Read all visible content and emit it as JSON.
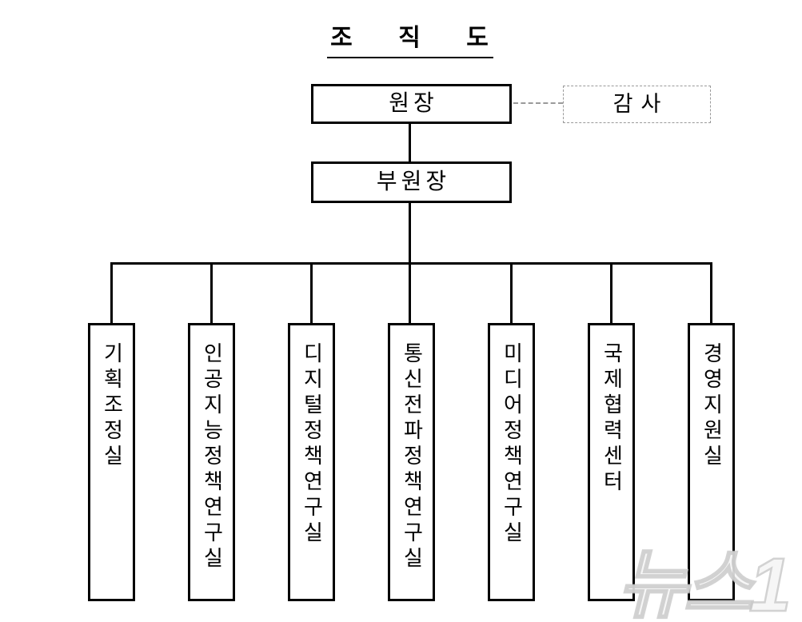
{
  "title": "조 직 도",
  "nodes": {
    "director": "원장",
    "auditor": "감사",
    "deputy": "부원장",
    "departments": [
      "기획조정실",
      "인공지능정책연구실",
      "디지털정책연구실",
      "통신전파정책연구실",
      "미디어정책연구실",
      "국제협력센터",
      "경영지원실"
    ]
  },
  "watermark": "뉴스1",
  "colors": {
    "line": "#000000",
    "dashed_line": "#9a9a9a",
    "background": "#ffffff",
    "watermark": "#d9d9d9"
  }
}
